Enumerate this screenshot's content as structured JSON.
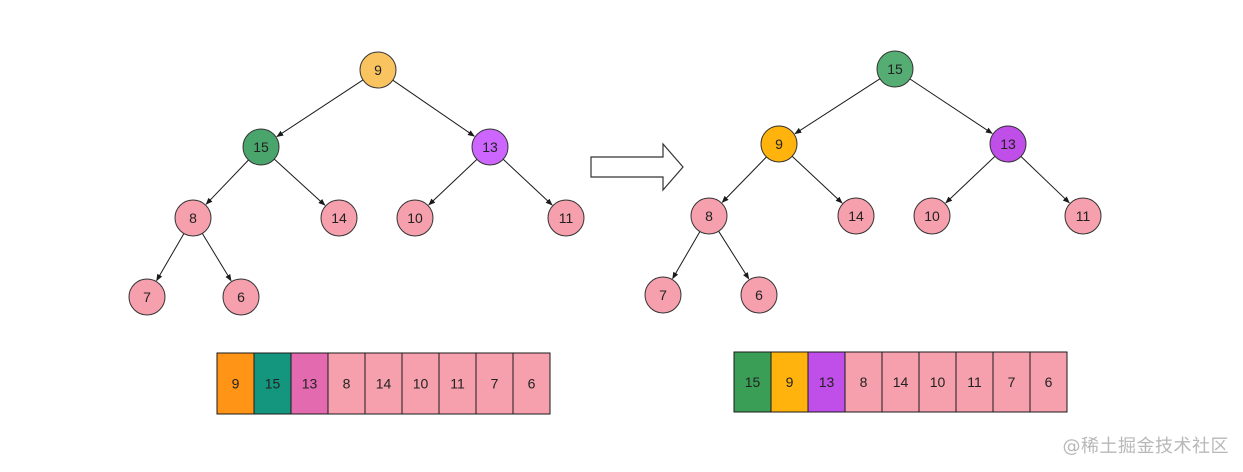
{
  "colors": {
    "pink": "#f6a0ad",
    "edge": "#1a1a1a",
    "stroke": "#333333",
    "arrow_fill": "#ffffff",
    "watermark": "#b8b8b8"
  },
  "trees": [
    {
      "name": "before",
      "nodes": [
        {
          "id": "root",
          "label": "9",
          "color": "#f9c45f"
        },
        {
          "id": "left",
          "label": "15",
          "color": "#4aa56d"
        },
        {
          "id": "right",
          "label": "13",
          "color": "#cc66ff"
        },
        {
          "id": "ll",
          "label": "8",
          "color": "#f6a0ad"
        },
        {
          "id": "lr",
          "label": "14",
          "color": "#f6a0ad"
        },
        {
          "id": "rl",
          "label": "10",
          "color": "#f6a0ad"
        },
        {
          "id": "rr",
          "label": "11",
          "color": "#f6a0ad"
        },
        {
          "id": "lll",
          "label": "7",
          "color": "#f6a0ad"
        },
        {
          "id": "llr",
          "label": "6",
          "color": "#f6a0ad"
        }
      ],
      "edges": [
        [
          "root",
          "left"
        ],
        [
          "root",
          "right"
        ],
        [
          "left",
          "ll"
        ],
        [
          "left",
          "lr"
        ],
        [
          "right",
          "rl"
        ],
        [
          "right",
          "rr"
        ],
        [
          "ll",
          "lll"
        ],
        [
          "ll",
          "llr"
        ]
      ],
      "array": [
        {
          "label": "9",
          "color": "#ff9416"
        },
        {
          "label": "15",
          "color": "#14957e"
        },
        {
          "label": "13",
          "color": "#e36aae"
        },
        {
          "label": "8",
          "color": "#f6a0ad"
        },
        {
          "label": "14",
          "color": "#f6a0ad"
        },
        {
          "label": "10",
          "color": "#f6a0ad"
        },
        {
          "label": "11",
          "color": "#f6a0ad"
        },
        {
          "label": "7",
          "color": "#f6a0ad"
        },
        {
          "label": "6",
          "color": "#f6a0ad"
        }
      ]
    },
    {
      "name": "after",
      "nodes": [
        {
          "id": "root",
          "label": "15",
          "color": "#55ad73"
        },
        {
          "id": "left",
          "label": "9",
          "color": "#ffb30c"
        },
        {
          "id": "right",
          "label": "13",
          "color": "#c04ee8"
        },
        {
          "id": "ll",
          "label": "8",
          "color": "#f6a0ad"
        },
        {
          "id": "lr",
          "label": "14",
          "color": "#f6a0ad"
        },
        {
          "id": "rl",
          "label": "10",
          "color": "#f6a0ad"
        },
        {
          "id": "rr",
          "label": "11",
          "color": "#f6a0ad"
        },
        {
          "id": "lll",
          "label": "7",
          "color": "#f6a0ad"
        },
        {
          "id": "llr",
          "label": "6",
          "color": "#f6a0ad"
        }
      ],
      "edges": [
        [
          "root",
          "left"
        ],
        [
          "root",
          "right"
        ],
        [
          "left",
          "ll"
        ],
        [
          "left",
          "lr"
        ],
        [
          "right",
          "rl"
        ],
        [
          "right",
          "rr"
        ],
        [
          "ll",
          "lll"
        ],
        [
          "ll",
          "llr"
        ]
      ],
      "array": [
        {
          "label": "15",
          "color": "#3a9e57"
        },
        {
          "label": "9",
          "color": "#ffb30c"
        },
        {
          "label": "13",
          "color": "#c04ee8"
        },
        {
          "label": "8",
          "color": "#f6a0ad"
        },
        {
          "label": "14",
          "color": "#f6a0ad"
        },
        {
          "label": "10",
          "color": "#f6a0ad"
        },
        {
          "label": "11",
          "color": "#f6a0ad"
        },
        {
          "label": "7",
          "color": "#f6a0ad"
        },
        {
          "label": "6",
          "color": "#f6a0ad"
        }
      ]
    }
  ],
  "watermark": "@稀土掘金技术社区",
  "arrow_icon": "right-arrow-icon"
}
